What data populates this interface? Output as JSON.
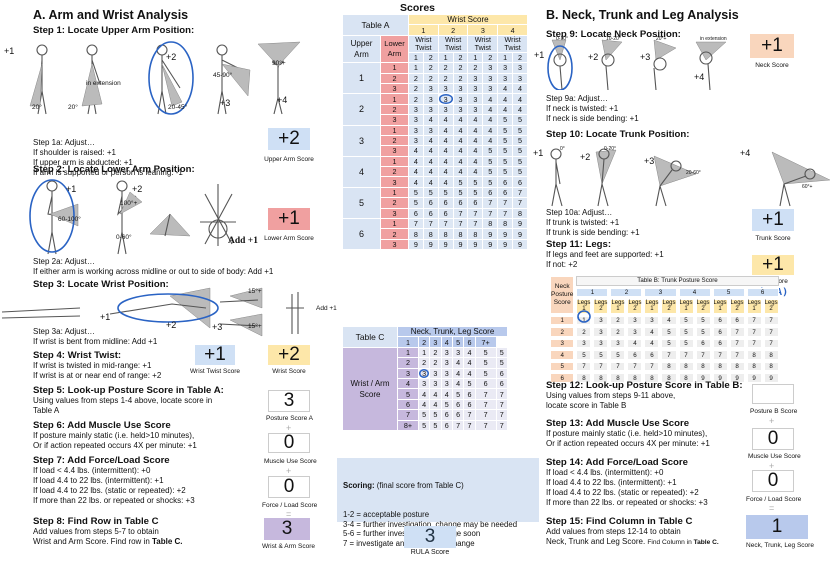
{
  "left": {
    "title": "A. Arm and Wrist Analysis",
    "step1": "Step 1: Locate Upper Arm Position:",
    "step1_angles": {
      "a": "20°",
      "b": "20°",
      "c": "20-45°",
      "d": "45-90°",
      "e": "90°+",
      "ext": "in extension"
    },
    "step1_scores": {
      "a": "+1",
      "b": "+2",
      "c": "+3",
      "d": "+4"
    },
    "step1a": [
      "Step 1a: Adjust…",
      "If shoulder is raised: +1",
      "If upper arm is abducted: +1",
      "If arm is supported or person is leaning: -1"
    ],
    "upper_arm_score": {
      "value": "+2",
      "label": "Upper Arm Score"
    },
    "step2": "Step 2: Locate Lower Arm Position:",
    "step2_angles": {
      "a": "60-100°",
      "b": "100°+",
      "c": "0-60°"
    },
    "step2_scores": {
      "a": "+1",
      "b": "+2",
      "c": "Add +1"
    },
    "step2a": [
      "Step 2a: Adjust…",
      "If either arm is working across midline or out to side of body: Add +1"
    ],
    "lower_arm_score": {
      "value": "+1",
      "label": "Lower Arm Score"
    },
    "step3": "Step 3: Locate Wrist Position:",
    "step3_angles": {
      "a": "15°+",
      "b": "15°+"
    },
    "step3_scores": {
      "a": "+1",
      "b": "+2",
      "c": "+3",
      "d": "Add +1"
    },
    "step3a": [
      "Step 3a: Adjust…",
      "If wrist is bent from midline: Add +1"
    ],
    "step4": "Step 4: Wrist Twist:",
    "step4_text": [
      "If wrist is twisted in mid-range: +1",
      "If wrist is at or near end of range: +2"
    ],
    "wrist_twist_score": {
      "value": "+1",
      "label": "Wrist Twist Score"
    },
    "wrist_score": {
      "value": "+2",
      "label": "Wrist Score"
    },
    "step5": "Step 5: Look-up Posture Score in Table A:",
    "step5_text": [
      "Using values from steps 1-4 above, locate score in",
      "Table A"
    ],
    "posture_a": {
      "value": "3",
      "label": "Posture Score A"
    },
    "step6": "Step 6: Add Muscle Use Score",
    "step6_text": [
      "If posture mainly static (i.e. held>10 minutes),",
      "Or if action repeated occurs 4X per minute: +1"
    ],
    "muscle_use": {
      "value": "0",
      "label": "Muscle Use Score"
    },
    "step7": "Step 7: Add Force/Load Score",
    "step7_text": [
      "If load < 4.4 lbs. (intermittent): +0",
      "If load 4.4 to 22 lbs. (intermittent): +1",
      "If load 4.4 to 22 lbs. (static or repeated): +2",
      "If more than 22 lbs. or repeated or shocks: +3"
    ],
    "force_load": {
      "value": "0",
      "label": "Force / Load Score"
    },
    "step8": "Step 8: Find Row in Table C",
    "step8_text": [
      "Add values from steps 5-7 to obtain",
      "Wrist and Arm Score. Find row in "
    ],
    "step8_bold": "Table C.",
    "wrist_arm": {
      "value": "3",
      "label": "Wrist & Arm Score"
    }
  },
  "center": {
    "scores_title": "Scores",
    "tableA": {
      "title": "Table A",
      "wrist_score": "Wrist Score",
      "wrist_cols": [
        "1",
        "2",
        "3",
        "4"
      ],
      "upper_arm": "Upper Arm",
      "lower_arm": "Lower Arm",
      "wrist_twist": "Wrist Twist",
      "twist_cols": [
        "1",
        "2",
        "1",
        "2",
        "1",
        "2",
        "1",
        "2"
      ],
      "groups": [
        {
          "upper": "1",
          "rows": [
            [
              "1",
              "1",
              "2",
              "2",
              "2",
              "2",
              "3",
              "3",
              "3"
            ],
            [
              "2",
              "2",
              "2",
              "2",
              "2",
              "3",
              "3",
              "3",
              "3"
            ],
            [
              "3",
              "2",
              "3",
              "3",
              "3",
              "3",
              "3",
              "4",
              "4"
            ]
          ]
        },
        {
          "upper": "2",
          "rows": [
            [
              "1",
              "2",
              "3",
              "3",
              "3",
              "3",
              "4",
              "4",
              "4"
            ],
            [
              "2",
              "3",
              "3",
              "3",
              "3",
              "3",
              "4",
              "4",
              "4"
            ],
            [
              "3",
              "3",
              "4",
              "4",
              "4",
              "4",
              "4",
              "5",
              "5"
            ]
          ]
        },
        {
          "upper": "3",
          "rows": [
            [
              "1",
              "3",
              "3",
              "4",
              "4",
              "4",
              "4",
              "5",
              "5"
            ],
            [
              "2",
              "3",
              "4",
              "4",
              "4",
              "4",
              "4",
              "5",
              "5"
            ],
            [
              "3",
              "4",
              "4",
              "4",
              "4",
              "4",
              "5",
              "5",
              "5"
            ]
          ]
        },
        {
          "upper": "4",
          "rows": [
            [
              "1",
              "4",
              "4",
              "4",
              "4",
              "4",
              "5",
              "5",
              "5"
            ],
            [
              "2",
              "4",
              "4",
              "4",
              "4",
              "4",
              "5",
              "5",
              "5"
            ],
            [
              "3",
              "4",
              "4",
              "4",
              "5",
              "5",
              "5",
              "6",
              "6"
            ]
          ]
        },
        {
          "upper": "5",
          "rows": [
            [
              "1",
              "5",
              "5",
              "5",
              "5",
              "5",
              "6",
              "6",
              "7"
            ],
            [
              "2",
              "5",
              "6",
              "6",
              "6",
              "6",
              "7",
              "7",
              "7"
            ],
            [
              "3",
              "6",
              "6",
              "6",
              "7",
              "7",
              "7",
              "7",
              "8"
            ]
          ]
        },
        {
          "upper": "6",
          "rows": [
            [
              "1",
              "7",
              "7",
              "7",
              "7",
              "7",
              "8",
              "8",
              "9"
            ],
            [
              "2",
              "8",
              "8",
              "8",
              "8",
              "8",
              "9",
              "9",
              "9"
            ],
            [
              "3",
              "9",
              "9",
              "9",
              "9",
              "9",
              "9",
              "9",
              "9"
            ]
          ]
        }
      ]
    },
    "tableC": {
      "title": "Table C",
      "header": "Neck, Trunk, Leg Score",
      "cols": [
        "1",
        "2",
        "3",
        "4",
        "5",
        "6",
        "7+"
      ],
      "side": "Wrist / Arm Score",
      "rows": [
        [
          "1",
          "1",
          "2",
          "3",
          "3",
          "4",
          "5",
          "5"
        ],
        [
          "2",
          "2",
          "2",
          "3",
          "4",
          "4",
          "5",
          "5"
        ],
        [
          "3",
          "3",
          "3",
          "3",
          "4",
          "4",
          "5",
          "6"
        ],
        [
          "4",
          "3",
          "3",
          "3",
          "4",
          "5",
          "6",
          "6"
        ],
        [
          "5",
          "4",
          "4",
          "4",
          "5",
          "6",
          "7",
          "7"
        ],
        [
          "6",
          "4",
          "4",
          "5",
          "6",
          "6",
          "7",
          "7"
        ],
        [
          "7",
          "5",
          "5",
          "6",
          "6",
          "7",
          "7",
          "7"
        ],
        [
          "8+",
          "5",
          "5",
          "6",
          "7",
          "7",
          "7",
          "7"
        ]
      ]
    },
    "scoring_title": "Scoring:",
    "scoring_sub": "(final score from Table C)",
    "scoring": [
      "1-2 = acceptable posture",
      "3-4 = further investigation, change may be needed",
      "5-6 = further investigation, change soon",
      "7 = investigate and implement change"
    ],
    "rula": {
      "value": "3",
      "label": "RULA Score"
    }
  },
  "right": {
    "title": "B. Neck, Trunk and Leg Analysis",
    "step9": "Step 9: Locate Neck Position:",
    "step9_angles": {
      "a": "0-10°",
      "b": "10-20°",
      "c": "20°+",
      "d": "in extension"
    },
    "step9_scores": {
      "a": "+1",
      "b": "+2",
      "c": "+3",
      "d": "+4"
    },
    "step9a": [
      "Step 9a: Adjust…",
      "If neck is twisted: +1",
      "If neck is side bending: +1"
    ],
    "neck_score": {
      "value": "+1",
      "label": "Neck Score"
    },
    "step10": "Step 10: Locate Trunk Position:",
    "step10_angles": {
      "a": "0°",
      "b": "0-20°",
      "c": "20-60°",
      "d": "60°+"
    },
    "step10_scores": {
      "a": "+1",
      "b": "+2",
      "c": "+3",
      "d": "+4"
    },
    "step10a": [
      "Step 10a: Adjust…",
      "If trunk is twisted: +1",
      "If trunk is side bending: +1"
    ],
    "trunk_score": {
      "value": "+1",
      "label": "Trunk Score"
    },
    "step11": "Step 11: Legs:",
    "step11_text": [
      "If legs and feet are supported: +1",
      "If not: +2"
    ],
    "leg_score": {
      "value": "+1",
      "label": "Leg Score",
      "note": "(N/A)"
    },
    "tableB": {
      "title": "Table B: Trunk Posture Score",
      "neck": "Neck Posture Score",
      "trunk_cols": [
        "1",
        "2",
        "3",
        "4",
        "5",
        "6"
      ],
      "legs": "Legs",
      "leg_cols": [
        "1",
        "2",
        "1",
        "2",
        "1",
        "2",
        "1",
        "2",
        "1",
        "2",
        "1",
        "2"
      ],
      "rows": [
        [
          "1",
          "1",
          "3",
          "2",
          "3",
          "3",
          "4",
          "5",
          "5",
          "6",
          "6",
          "7",
          "7"
        ],
        [
          "2",
          "2",
          "3",
          "2",
          "3",
          "4",
          "5",
          "5",
          "5",
          "6",
          "7",
          "7",
          "7"
        ],
        [
          "3",
          "3",
          "3",
          "3",
          "4",
          "4",
          "5",
          "5",
          "6",
          "6",
          "7",
          "7",
          "7"
        ],
        [
          "4",
          "5",
          "5",
          "5",
          "6",
          "6",
          "7",
          "7",
          "7",
          "7",
          "7",
          "8",
          "8"
        ],
        [
          "5",
          "7",
          "7",
          "7",
          "7",
          "7",
          "8",
          "8",
          "8",
          "8",
          "8",
          "8",
          "8"
        ],
        [
          "6",
          "8",
          "8",
          "8",
          "8",
          "8",
          "8",
          "8",
          "9",
          "9",
          "9",
          "9",
          "9"
        ]
      ]
    },
    "step12": "Step 12: Look-up Posture Score in Table B:",
    "step12_text": [
      "Using values from steps 9-11 above,",
      "locate score in Table B"
    ],
    "posture_b": {
      "value": "",
      "label": "Posture B Score"
    },
    "step13": "Step 13: Add Muscle Use Score",
    "step13_text": [
      "If posture mainly static (i.e. held>10 minutes),",
      "Or if action repeated occurs 4X per minute: +1"
    ],
    "muscle_use": {
      "value": "0",
      "label": "Muscle Use Score"
    },
    "step14": "Step 14: Add Force/Load Score",
    "step14_text": [
      "If load < 4.4 lbs. (intermittent): +0",
      "If load 4.4 to 22 lbs. (intermittent): +1",
      "If load 4.4 to 22 lbs. (static or repeated): +2",
      "If more than 22 lbs. or repeated or shocks: +3"
    ],
    "force_load": {
      "value": "0",
      "label": "Force / Load Score"
    },
    "step15": "Step 15: Find Column in Table C",
    "step15_text": [
      "Add values from steps 12-14 to obtain",
      "Neck, Trunk and Leg Score. "
    ],
    "step15_small": "Find Column in ",
    "step15_bold": "Table C.",
    "ntl": {
      "value": "1",
      "label": "Neck, Trunk, Leg Score"
    }
  },
  "ops": {
    "plus": "+",
    "equals": "="
  }
}
